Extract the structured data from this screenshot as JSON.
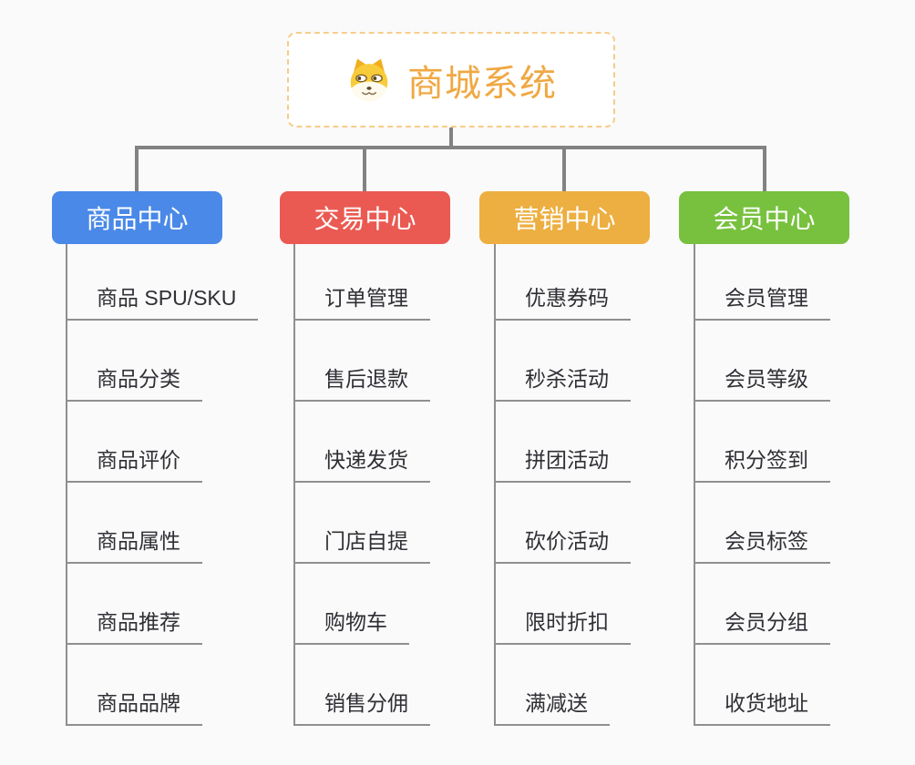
{
  "canvas": {
    "background": "#fafafa",
    "connector_color": "#828282",
    "child_line_color": "#8f8f8f"
  },
  "root": {
    "title": "商城系统",
    "icon": "dog-icon",
    "title_color": "#f0a843",
    "border_color": "#f6cd8a"
  },
  "branches": [
    {
      "label": "商品中心",
      "color": "#4a89e8",
      "children": [
        "商品 SPU/SKU",
        "商品分类",
        "商品评价",
        "商品属性",
        "商品推荐",
        "商品品牌"
      ]
    },
    {
      "label": "交易中心",
      "color": "#ea5a52",
      "children": [
        "订单管理",
        "售后退款",
        "快递发货",
        "门店自提",
        "购物车",
        "销售分佣"
      ]
    },
    {
      "label": "营销中心",
      "color": "#edaf41",
      "children": [
        "优惠券码",
        "秒杀活动",
        "拼团活动",
        "砍价活动",
        "限时折扣",
        "满减送"
      ]
    },
    {
      "label": "会员中心",
      "color": "#78c13f",
      "children": [
        "会员管理",
        "会员等级",
        "积分签到",
        "会员标签",
        "会员分组",
        "收货地址"
      ]
    }
  ]
}
